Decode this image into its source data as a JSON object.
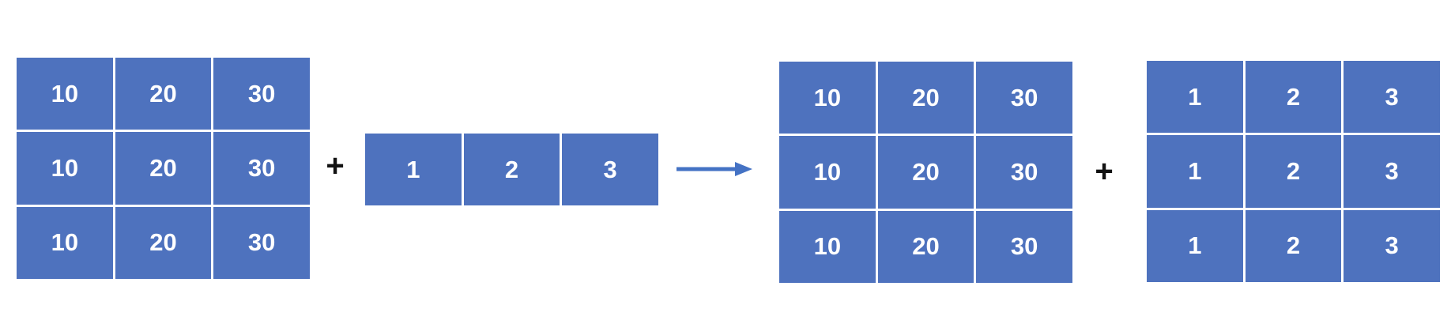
{
  "diagram": {
    "title": "matrix-broadcasting-addition",
    "colors": {
      "background": "#ffffff",
      "cell": "#4e72be",
      "grid_line": "#ffffff",
      "cell_text": "#ffffff",
      "operator": "#121212",
      "arrow": "#4472c4"
    },
    "left_matrix": {
      "rows": [
        [
          "10",
          "20",
          "30"
        ],
        [
          "10",
          "20",
          "30"
        ],
        [
          "10",
          "20",
          "30"
        ]
      ]
    },
    "plus_left": "+",
    "row_vector": {
      "cells": [
        "1",
        "2",
        "3"
      ]
    },
    "arrow_icon": "right-arrow-icon",
    "result_matrix": {
      "rows": [
        [
          "10",
          "20",
          "30"
        ],
        [
          "10",
          "20",
          "30"
        ],
        [
          "10",
          "20",
          "30"
        ]
      ]
    },
    "plus_right": "+",
    "broadcast_matrix": {
      "rows": [
        [
          "1",
          "2",
          "3"
        ],
        [
          "1",
          "2",
          "3"
        ],
        [
          "1",
          "2",
          "3"
        ]
      ]
    }
  }
}
